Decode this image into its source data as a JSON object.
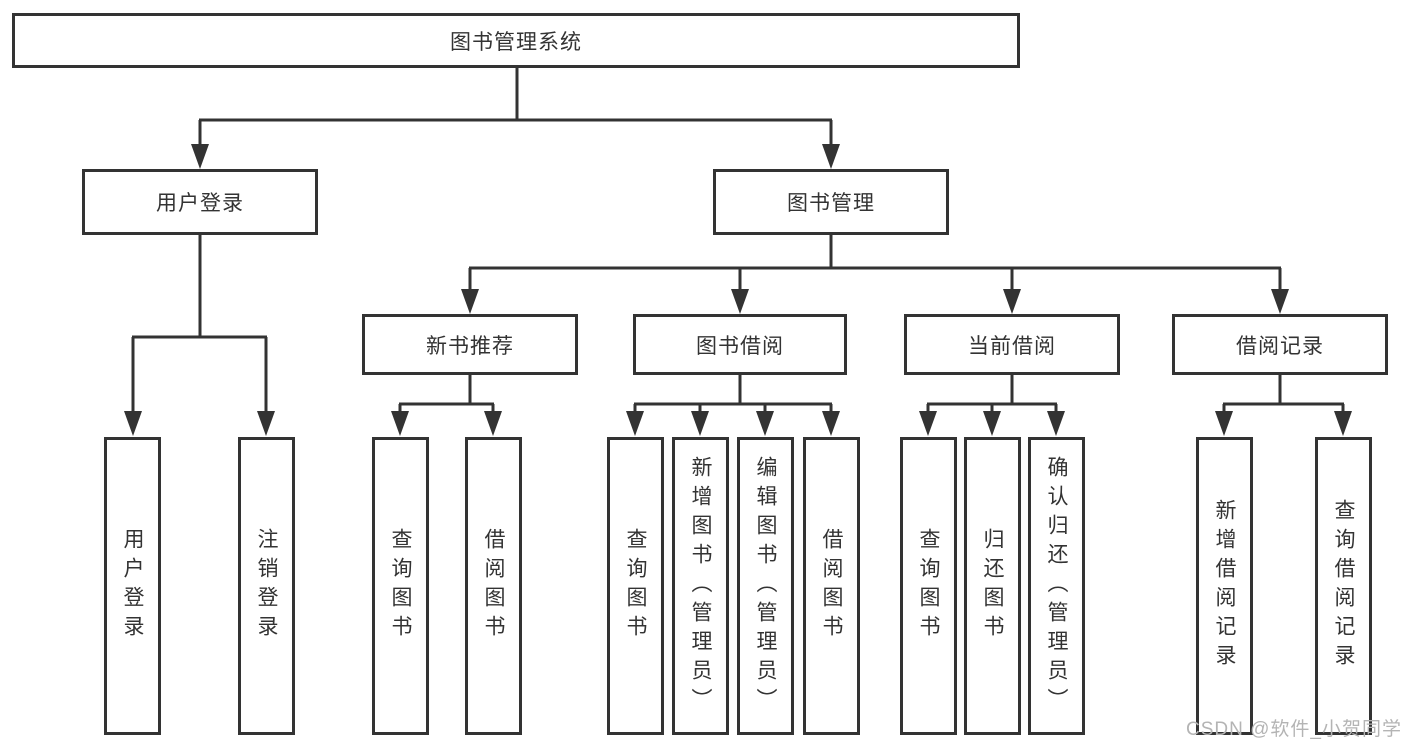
{
  "tree": {
    "label": "图书管理系统",
    "children": [
      {
        "label": "用户登录",
        "children": [
          {
            "label": "用户登录"
          },
          {
            "label": "注销登录"
          }
        ]
      },
      {
        "label": "图书管理",
        "children": [
          {
            "label": "新书推荐",
            "children": [
              {
                "label": "查询图书"
              },
              {
                "label": "借阅图书"
              }
            ]
          },
          {
            "label": "图书借阅",
            "children": [
              {
                "label": "查询图书"
              },
              {
                "label": "新增图书（管理员）"
              },
              {
                "label": "编辑图书（管理员）"
              },
              {
                "label": "借阅图书"
              }
            ]
          },
          {
            "label": "当前借阅",
            "children": [
              {
                "label": "查询图书"
              },
              {
                "label": "归还图书"
              },
              {
                "label": "确认归还（管理员）"
              }
            ]
          },
          {
            "label": "借阅记录",
            "children": [
              {
                "label": "新增借阅记录"
              },
              {
                "label": "查询借阅记录"
              }
            ]
          }
        ]
      }
    ]
  },
  "watermark": {
    "text": "CSDN @软件_小贺同学"
  },
  "colors": {
    "line_color": "#333333",
    "text_color": "#333333",
    "box_bg": "#ffffff",
    "watermark_color": "#b4b4b4",
    "bg": "#ffffff"
  }
}
